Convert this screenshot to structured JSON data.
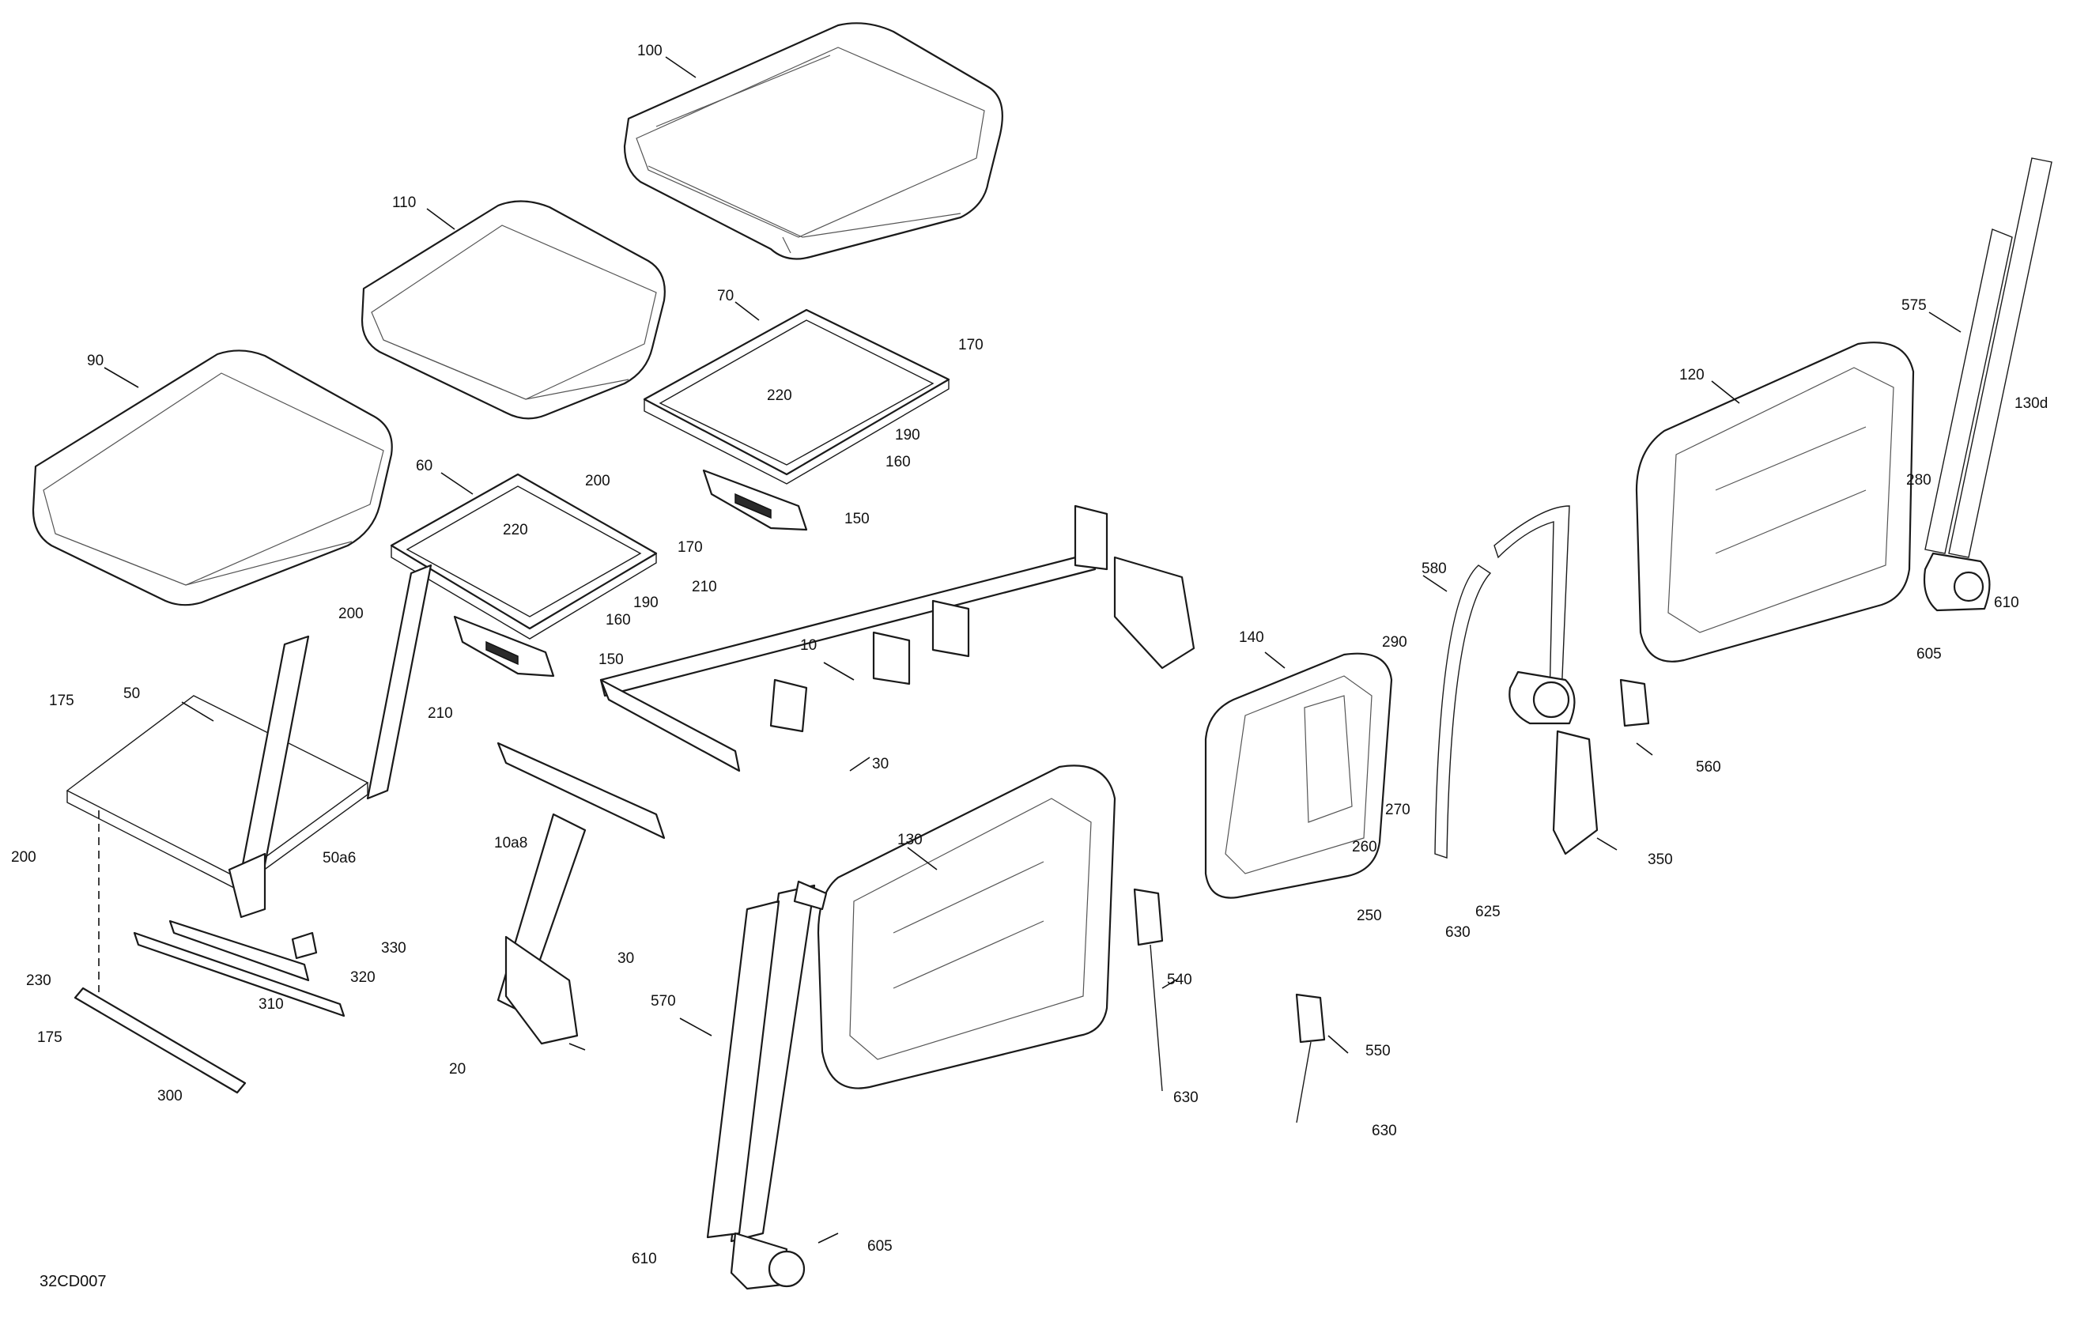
{
  "diagram": {
    "code": "32CD007",
    "callouts": [
      {
        "id": "c100",
        "text": "100"
      },
      {
        "id": "c110",
        "text": "110"
      },
      {
        "id": "c90",
        "text": "90"
      },
      {
        "id": "c70",
        "text": "70"
      },
      {
        "id": "c170a",
        "text": "170"
      },
      {
        "id": "c220a",
        "text": "220"
      },
      {
        "id": "c190a",
        "text": "190"
      },
      {
        "id": "c160a",
        "text": "160"
      },
      {
        "id": "c200a",
        "text": "200"
      },
      {
        "id": "c150a",
        "text": "150"
      },
      {
        "id": "c210a",
        "text": "210"
      },
      {
        "id": "c60",
        "text": "60"
      },
      {
        "id": "c220b",
        "text": "220"
      },
      {
        "id": "c170b",
        "text": "170"
      },
      {
        "id": "c200b",
        "text": "200"
      },
      {
        "id": "c160b",
        "text": "160"
      },
      {
        "id": "c190b",
        "text": "190"
      },
      {
        "id": "c150b",
        "text": "150"
      },
      {
        "id": "c210b",
        "text": "210"
      },
      {
        "id": "c10",
        "text": "10"
      },
      {
        "id": "c30a",
        "text": "30"
      },
      {
        "id": "c175a",
        "text": "175"
      },
      {
        "id": "c50",
        "text": "50"
      },
      {
        "id": "c200c",
        "text": "200"
      },
      {
        "id": "c50a6",
        "text": "50a6"
      },
      {
        "id": "c10a8",
        "text": "10a8"
      },
      {
        "id": "c330",
        "text": "330"
      },
      {
        "id": "c320",
        "text": "320"
      },
      {
        "id": "c230",
        "text": "230"
      },
      {
        "id": "c310",
        "text": "310"
      },
      {
        "id": "c175b",
        "text": "175"
      },
      {
        "id": "c300",
        "text": "300"
      },
      {
        "id": "c30b",
        "text": "30"
      },
      {
        "id": "c20",
        "text": "20"
      },
      {
        "id": "c130",
        "text": "130"
      },
      {
        "id": "c570",
        "text": "570"
      },
      {
        "id": "c605a",
        "text": "605"
      },
      {
        "id": "c610a",
        "text": "610"
      },
      {
        "id": "c140",
        "text": "140"
      },
      {
        "id": "c290",
        "text": "290"
      },
      {
        "id": "c270",
        "text": "270"
      },
      {
        "id": "c260",
        "text": "260"
      },
      {
        "id": "c250",
        "text": "250"
      },
      {
        "id": "c540",
        "text": "540"
      },
      {
        "id": "c550",
        "text": "550"
      },
      {
        "id": "c630a",
        "text": "630"
      },
      {
        "id": "c630b",
        "text": "630"
      },
      {
        "id": "c580",
        "text": "580"
      },
      {
        "id": "c625",
        "text": "625"
      },
      {
        "id": "c630c",
        "text": "630"
      },
      {
        "id": "c560",
        "text": "560"
      },
      {
        "id": "c350",
        "text": "350"
      },
      {
        "id": "c120",
        "text": "120"
      },
      {
        "id": "c575",
        "text": "575"
      },
      {
        "id": "c130d",
        "text": "130d"
      },
      {
        "id": "c280",
        "text": "280"
      },
      {
        "id": "c610b",
        "text": "610"
      },
      {
        "id": "c605b",
        "text": "605"
      }
    ]
  }
}
